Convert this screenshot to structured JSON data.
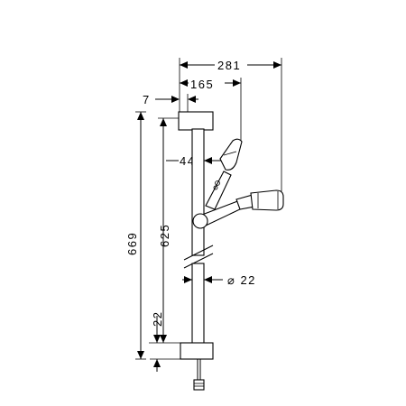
{
  "dimensions": {
    "width_281": "281",
    "width_165": "165",
    "offset_7": "7",
    "offset_44": "44",
    "height_669": "669",
    "height_625": "625",
    "offset_22": "22",
    "diameter": "⌀ 22"
  }
}
